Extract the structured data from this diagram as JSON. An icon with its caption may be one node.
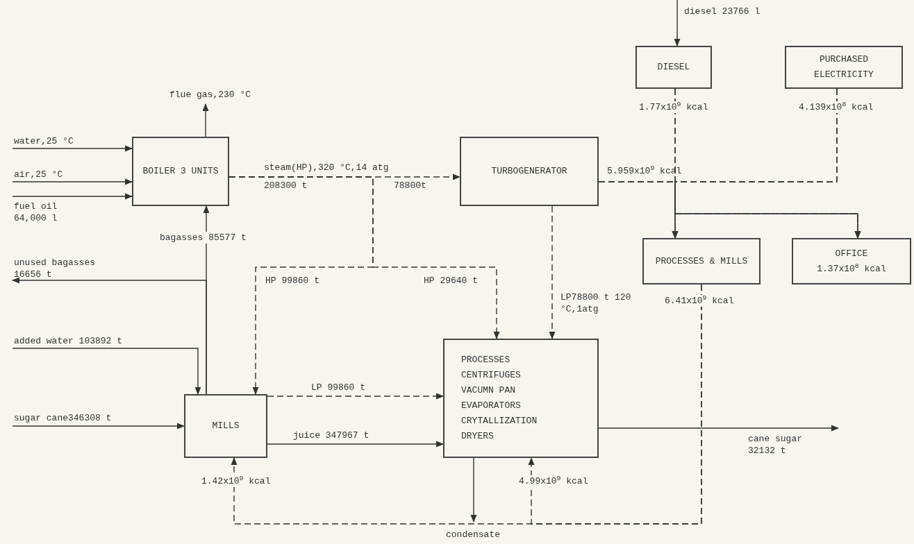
{
  "diagram": {
    "nodes": [
      {
        "text": [
          "BOILER 3 UNITS"
        ]
      },
      {
        "text": [
          "TURBOGENERATOR"
        ]
      },
      {
        "text": [
          "DIESEL"
        ]
      },
      {
        "text": [
          "PURCHASED ELECTRICITY"
        ]
      },
      {
        "text": [
          "PROCESSES & MILLS"
        ]
      },
      {
        "text": [
          "OFFICE",
          "1.37x10$^{8}$ kcal"
        ]
      },
      {
        "text": [
          "MILLS"
        ]
      },
      {
        "text": [
          "PROCESSES",
          "CENTRIFUGES",
          "VACUMN PAN",
          "EVAPORATORS",
          "CRYTALLIZATION",
          "DRYERS"
        ]
      }
    ],
    "edges": [
      {
        "from": null,
        "to": 0,
        "arrow": "to",
        "label": "water,25 °C"
      },
      {
        "from": null,
        "to": 0,
        "arrow": "to",
        "label": "air,25 °C"
      },
      {
        "from": null,
        "to": 0,
        "arrow": "to",
        "label": "fuel oil 64,000 l"
      },
      {
        "from": 0,
        "to": null,
        "arrow": "to",
        "label": "flue gas,230 °C"
      },
      {
        "from": 0,
        "to": 1,
        "arrow": "to",
        "label": "steam(HP),320 °C,14 atg",
        "style": "dashed"
      },
      {
        "from": 0,
        "to": 6,
        "arrow": "to",
        "label": "HP 99860 t",
        "style": "dashed"
      },
      {
        "from": 0,
        "to": 7,
        "arrow": "to",
        "label": "HP 29640 t",
        "style": "dashed"
      },
      {
        "from": 6,
        "to": 0,
        "arrow": "to",
        "label": "bagasses 85577 t"
      },
      {
        "from": 6,
        "to": null,
        "arrow": "to",
        "label": "unused bagasses 16656 t"
      },
      {
        "from": null,
        "to": 6,
        "arrow": "to",
        "label": "added water 103892 t"
      },
      {
        "from": null,
        "to": 6,
        "arrow": "to",
        "label": "sugar cane346308 t"
      },
      {
        "from": 6,
        "to": 7,
        "arrow": "to",
        "label": "LP 99860 t",
        "style": "dashed"
      },
      {
        "from": 6,
        "to": 7,
        "arrow": "to",
        "label": "juice 347967 t"
      },
      {
        "from": 1,
        "to": 7,
        "arrow": "to",
        "label": "LP78800 t 120 °C,1atg",
        "style": "dashed"
      },
      {
        "from": 7,
        "to": null,
        "arrow": "to",
        "label": "cane sugar 32132 t"
      },
      {
        "from": 7,
        "to": null,
        "arrow": "to",
        "label": "condensate"
      },
      {
        "from": null,
        "to": 2,
        "arrow": "to",
        "label": "diesel 23766 l"
      },
      {
        "from": 2,
        "to": 4,
        "arrow": "to",
        "label": "1.77x10$^{9}$ kcal",
        "style": "dashed"
      },
      {
        "from": 3,
        "to": 4,
        "arrow": "to",
        "label": "4.139x10$^{8}$ kcal",
        "style": "dashed"
      },
      {
        "from": 1,
        "to": 4,
        "arrow": "to",
        "label": "5.959x10$^{9}$ kcal",
        "style": "dashed"
      },
      {
        "from": 2,
        "to": 5,
        "arrow": "to",
        "style": "dashed"
      },
      {
        "from": 3,
        "to": 5,
        "arrow": "to",
        "style": "dashed"
      },
      {
        "from": 1,
        "to": 5,
        "arrow": "to",
        "style": "dashed"
      },
      {
        "from": 4,
        "to": 6,
        "arrow": "to",
        "label": "1.42x10$^{9}$ kcal",
        "style": "dashed"
      },
      {
        "from": 4,
        "to": 7,
        "arrow": "to",
        "label": "4.99x10$^{9}$ kcal",
        "style": "dashed"
      }
    ],
    "labels": [
      "208300 t",
      "78800t",
      "6.41x10$^{9}$ kcal"
    ]
  }
}
